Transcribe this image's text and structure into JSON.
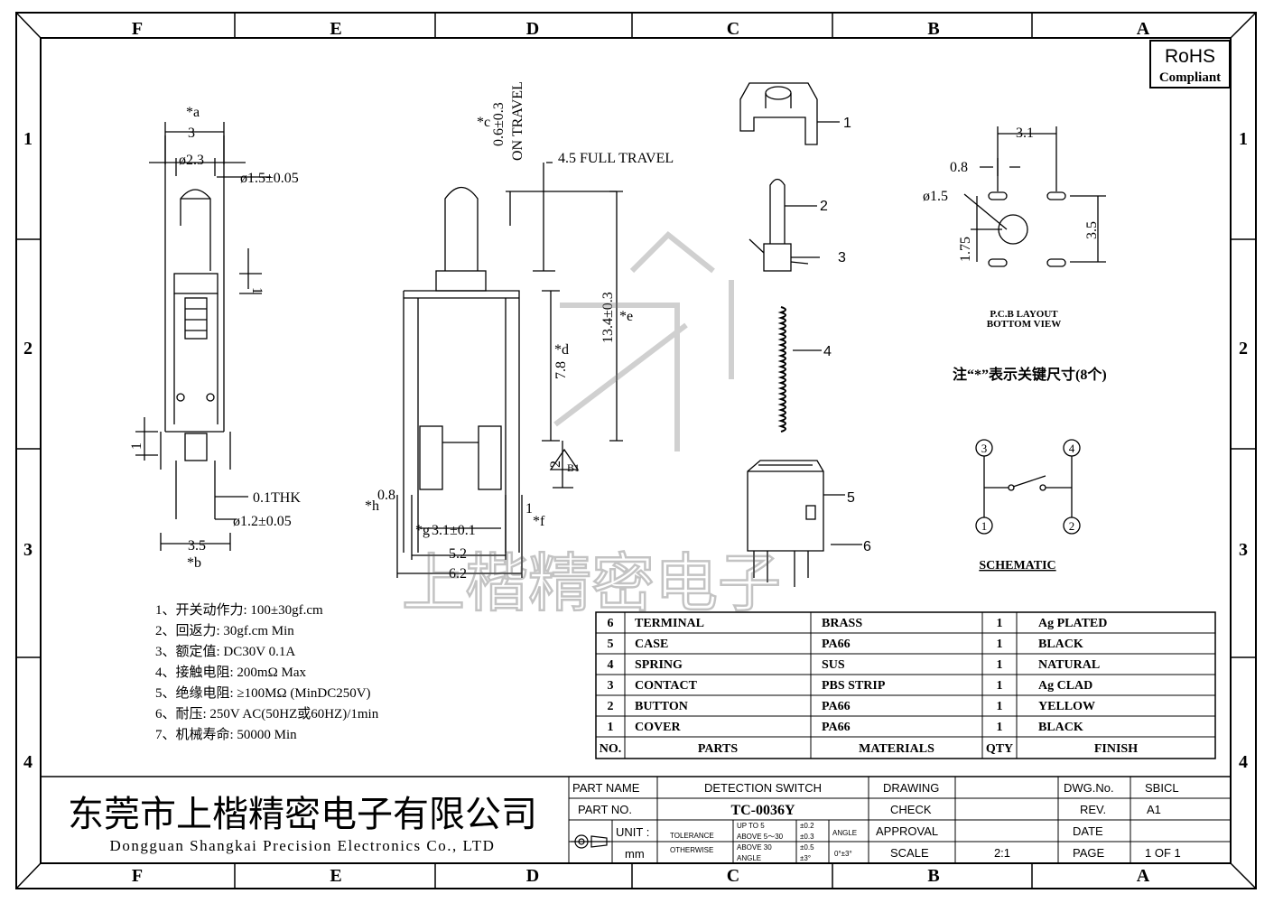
{
  "zones": {
    "columns": [
      "F",
      "E",
      "D",
      "C",
      "B",
      "A"
    ],
    "rows": [
      "1",
      "2",
      "3",
      "4"
    ]
  },
  "rohs": {
    "line1": "RoHS",
    "line2": "Compliant"
  },
  "side_view": {
    "a_label": "*a",
    "width_top": "3",
    "dia_tip": "ø2.3",
    "dia_pin": "ø1.5±0.05",
    "step": "1",
    "foot": "1",
    "thk": "0.1THK",
    "dia_hole": "ø1.2±0.05",
    "width_bottom": "3.5",
    "b_label": "*b"
  },
  "front_view": {
    "c_label": "*c",
    "on_travel_val": "0.6±0.3",
    "on_travel_text": "ON TRAVEL",
    "full_travel": "4.5 FULL TRAVEL",
    "height": "13.4±0.3",
    "e_label": "*e",
    "body_h": "7.8",
    "d_label": "*d",
    "lead": "2",
    "lead_f": "1",
    "f_label": "*f",
    "h_label": "*h",
    "h_val": "0.8",
    "g_label": "*g",
    "pitch": "3.1±0.1",
    "w1": "5.2",
    "w2": "6.2",
    "b1": "B1"
  },
  "parts_explode": [
    "1",
    "2",
    "3",
    "4",
    "5",
    "6"
  ],
  "pcb": {
    "w": "3.1",
    "gap": "0.8",
    "dia": "ø1.5",
    "h": "1.75",
    "hp": "3.5",
    "title1": "P.C.B LAYOUT",
    "title2": "BOTTOM VIEW"
  },
  "note": "注“*”表示关键尺寸(8个)",
  "schematic": {
    "n3": "3",
    "n4": "4",
    "n1": "1",
    "n2": "2",
    "title": "SCHEMATIC"
  },
  "specs": [
    "1、开关动作力: 100±30gf.cm",
    "2、回返力: 30gf.cm  Min",
    "3、额定值: DC30V 0.1A",
    "4、接触电阻: 200mΩ  Max",
    "5、绝缘电阻: ≥100MΩ (MinDC250V)",
    "6、耐压: 250V AC(50HZ或60HZ)/1min",
    "7、机械寿命: 50000 Min"
  ],
  "bom": {
    "rows": [
      [
        "6",
        "TERMINAL",
        "BRASS",
        "1",
        "Ag PLATED"
      ],
      [
        "5",
        "CASE",
        "PA66",
        "1",
        "BLACK"
      ],
      [
        "4",
        "SPRING",
        "SUS",
        "1",
        "NATURAL"
      ],
      [
        "3",
        "CONTACT",
        "PBS STRIP",
        "1",
        "Ag CLAD"
      ],
      [
        "2",
        "BUTTON",
        "PA66",
        "1",
        "YELLOW"
      ],
      [
        "1",
        "COVER",
        "PA66",
        "1",
        "BLACK"
      ]
    ],
    "header": [
      "NO.",
      "PARTS",
      "MATERIALS",
      "QTY",
      "FINISH"
    ]
  },
  "watermark": "上楷精密电子",
  "company": {
    "cn": "东莞市上楷精密电子有限公司",
    "en": "Dongguan Shangkai Precision Electronics Co., LTD"
  },
  "title_block": {
    "part_name_lbl": "PART NAME",
    "part_name": "DETECTION SWITCH",
    "part_no_lbl": "PART NO.",
    "part_no": "TC-0036Y",
    "unit_lbl": "UNIT :",
    "unit": "mm",
    "tol1": "TOLERANCE",
    "tol2": "OTHERWISE",
    "r1": "UP TO 5",
    "r2": "ABOVE 5～30",
    "r3": "ABOVE 30",
    "r4": "ANGLE",
    "v1": "±0.2",
    "v2": "±0.3",
    "v3": "±0.5",
    "v4": "±3°",
    "angle_lbl": "ANGLE",
    "angle_val": "0°±3°",
    "drawing": "DRAWING",
    "check": "CHECK",
    "approval": "APPROVAL",
    "scale_lbl": "SCALE",
    "scale": "2:1",
    "dwg_lbl": "DWG.No.",
    "dwg": "SBICL",
    "rev_lbl": "REV.",
    "rev": "A1",
    "date_lbl": "DATE",
    "page_lbl": "PAGE",
    "page": "1 OF 1"
  }
}
